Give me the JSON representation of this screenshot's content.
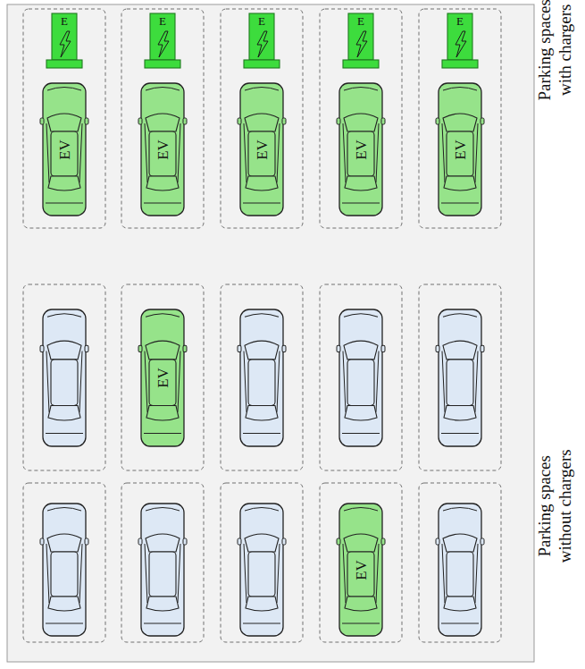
{
  "diagram": {
    "nodes": [
      {
        "text": [
          "E"
        ]
      },
      {
        "text": [
          "E"
        ]
      },
      {
        "text": [
          "E"
        ]
      },
      {
        "text": [
          "E"
        ]
      },
      {
        "text": [
          "E"
        ]
      },
      {
        "text": [
          "EV"
        ]
      },
      {
        "text": [
          "EV"
        ]
      },
      {
        "text": [
          "EV"
        ]
      },
      {
        "text": [
          "EV"
        ]
      },
      {
        "text": [
          "EV"
        ]
      },
      {
        "text": [
          "EV"
        ]
      },
      {
        "text": [
          "EV"
        ]
      }
    ],
    "labels": [
      "Parking spaces with chargers",
      "Parking spaces without chargers"
    ]
  }
}
